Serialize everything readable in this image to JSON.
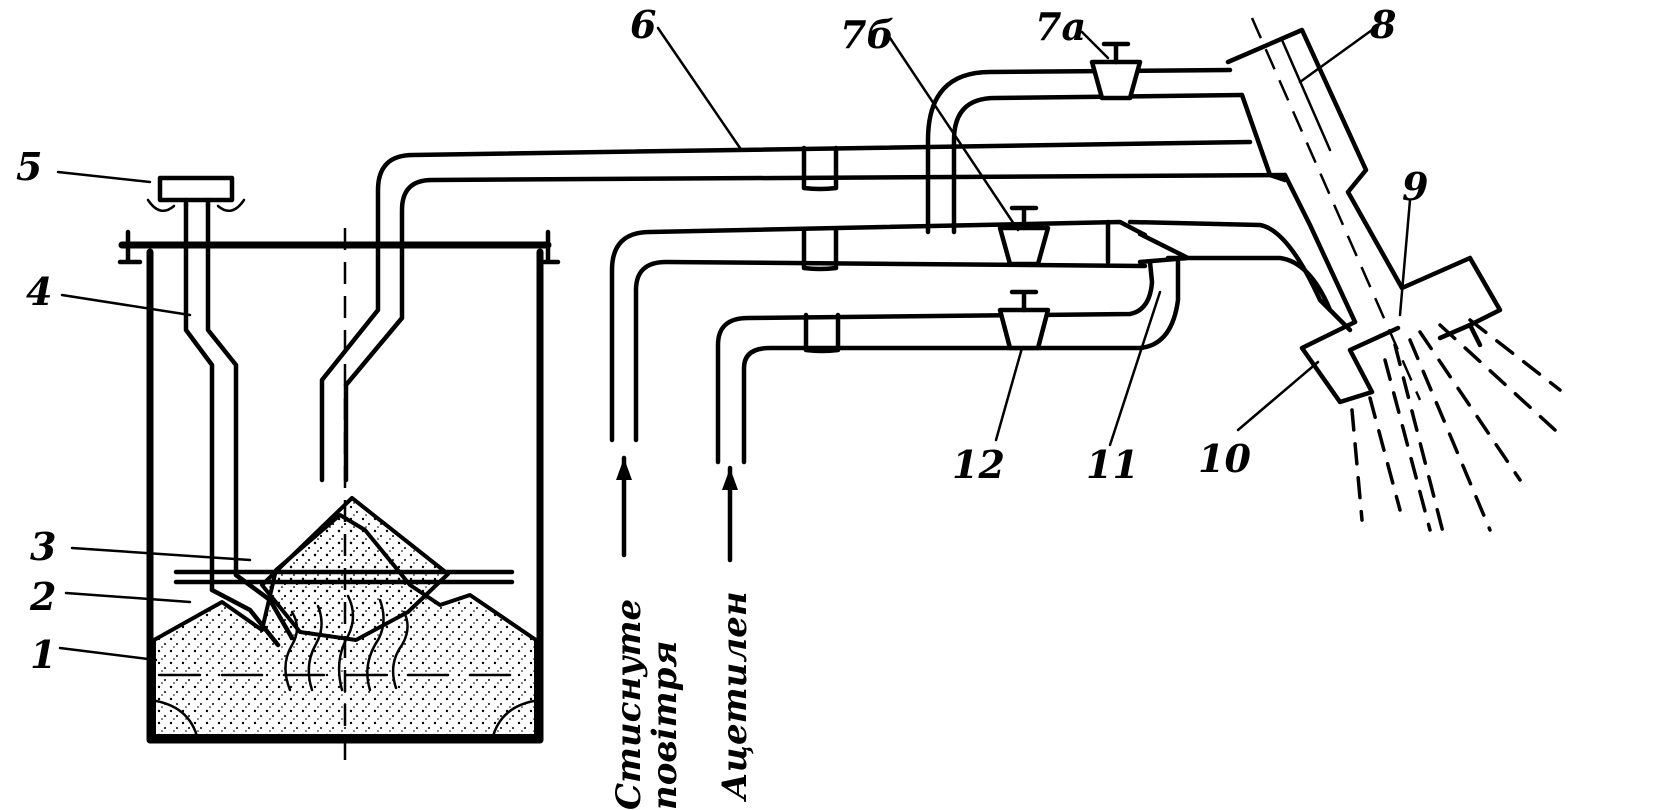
{
  "labels": {
    "l1": "1",
    "l2": "2",
    "l3": "3",
    "l4": "4",
    "l5": "5",
    "l6": "6",
    "l7a": "7a",
    "l7b": "7б",
    "l8": "8",
    "l9": "9",
    "l10": "10",
    "l11": "11",
    "l12": "12"
  },
  "inlets": {
    "air_line1": "Стиснуте",
    "air_line2": "повітря",
    "acetylene": "Ацетилен"
  }
}
